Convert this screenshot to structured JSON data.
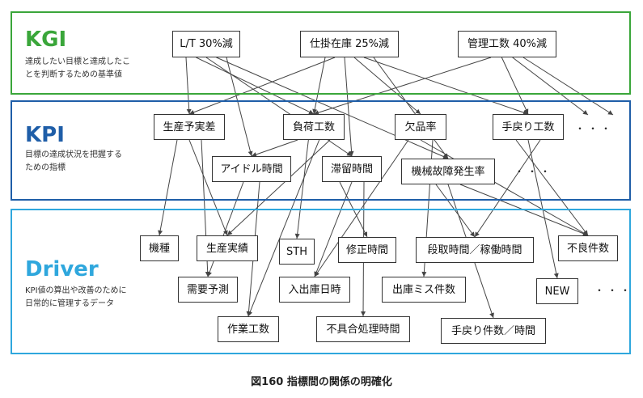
{
  "caption": "図160 指標間の関係の明確化",
  "levels": {
    "kgi": {
      "title": "KGI",
      "color": "#3aa63a",
      "desc": [
        "達成したい目標と達成したこ",
        "とを判断するための基準値"
      ]
    },
    "kpi": {
      "title": "KPI",
      "color": "#1f5ea8",
      "desc": [
        "目標の達成状況を把握する",
        "ための指標"
      ]
    },
    "driver": {
      "title": "Driver",
      "color": "#2fa7dd",
      "desc": [
        "KPI値の算出や改善のために",
        "日常的に管理するデータ"
      ]
    }
  },
  "nodes": {
    "lt": "L/T 30%減",
    "wip": "仕掛在庫 25%減",
    "mgmt": "管理工数 40%減",
    "plan_gap": "生産予実差",
    "load": "負荷工数",
    "shortage": "欠品率",
    "rework": "手戻り工数",
    "idle": "アイドル時間",
    "stay": "滞留時間",
    "failure": "機械故障発生率",
    "model": "機種",
    "actual": "生産実績",
    "sth": "STH",
    "fix": "修正時間",
    "setup": "段取時間／稼働時間",
    "defect": "不良件数",
    "demand": "需要予測",
    "inout": "入出庫日時",
    "shipmiss": "出庫ミス件数",
    "new": "NEW",
    "work": "作業工数",
    "ncr": "不具合処理時間",
    "rework_cnt": "手戻り件数／時間"
  },
  "ellipsis": "・・・",
  "edges": [
    [
      "lt",
      "plan_gap"
    ],
    [
      "lt",
      "load"
    ],
    [
      "lt",
      "stay"
    ],
    [
      "lt",
      "failure"
    ],
    [
      "lt",
      "idle"
    ],
    [
      "wip",
      "load"
    ],
    [
      "wip",
      "plan_gap"
    ],
    [
      "wip",
      "stay"
    ],
    [
      "wip",
      "shortage"
    ],
    [
      "wip",
      "rework"
    ],
    [
      "wip",
      "failure"
    ],
    [
      "mgmt",
      "load"
    ],
    [
      "mgmt",
      "rework"
    ],
    [
      "mgmt",
      "e1"
    ],
    [
      "mgmt",
      "e2"
    ],
    [
      "plan_gap",
      "model"
    ],
    [
      "plan_gap",
      "actual"
    ],
    [
      "plan_gap",
      "demand"
    ],
    [
      "load",
      "idle"
    ],
    [
      "load",
      "sth"
    ],
    [
      "load",
      "work"
    ],
    [
      "load",
      "actual"
    ],
    [
      "shortage",
      "inout"
    ],
    [
      "shortage",
      "defect"
    ],
    [
      "shortage",
      "shipmiss"
    ],
    [
      "rework",
      "defect"
    ],
    [
      "rework",
      "new"
    ],
    [
      "rework",
      "setup"
    ],
    [
      "idle",
      "demand"
    ],
    [
      "idle",
      "work"
    ],
    [
      "stay",
      "fix"
    ],
    [
      "stay",
      "inout"
    ],
    [
      "stay",
      "ncr"
    ],
    [
      "failure",
      "setup"
    ],
    [
      "failure",
      "rework_cnt"
    ],
    [
      "failure",
      "defect"
    ]
  ]
}
